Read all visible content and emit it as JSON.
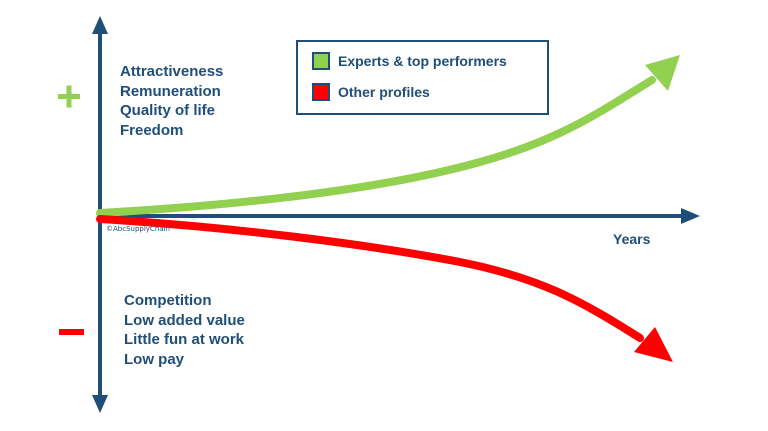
{
  "signs": {
    "plus": "+",
    "minus": "–"
  },
  "upper_factors": [
    "Attractiveness",
    "Remuneration",
    "Quality of life",
    "Freedom"
  ],
  "lower_factors": [
    "Competition",
    "Low added value",
    "Little fun at work",
    "Low pay"
  ],
  "legend": [
    {
      "label": "Experts & top performers",
      "color": "#92d050"
    },
    {
      "label": "Other profiles",
      "color": "#ff0000"
    }
  ],
  "x_axis_label": "Years",
  "copyright": "©AbcSupplyChain",
  "colors": {
    "axis": "#1f4e79",
    "plus": "#92d050",
    "minus": "#ff0000"
  },
  "icons": {
    "axes": "arrow-icon",
    "curve_ends": "arrowhead-icon"
  }
}
